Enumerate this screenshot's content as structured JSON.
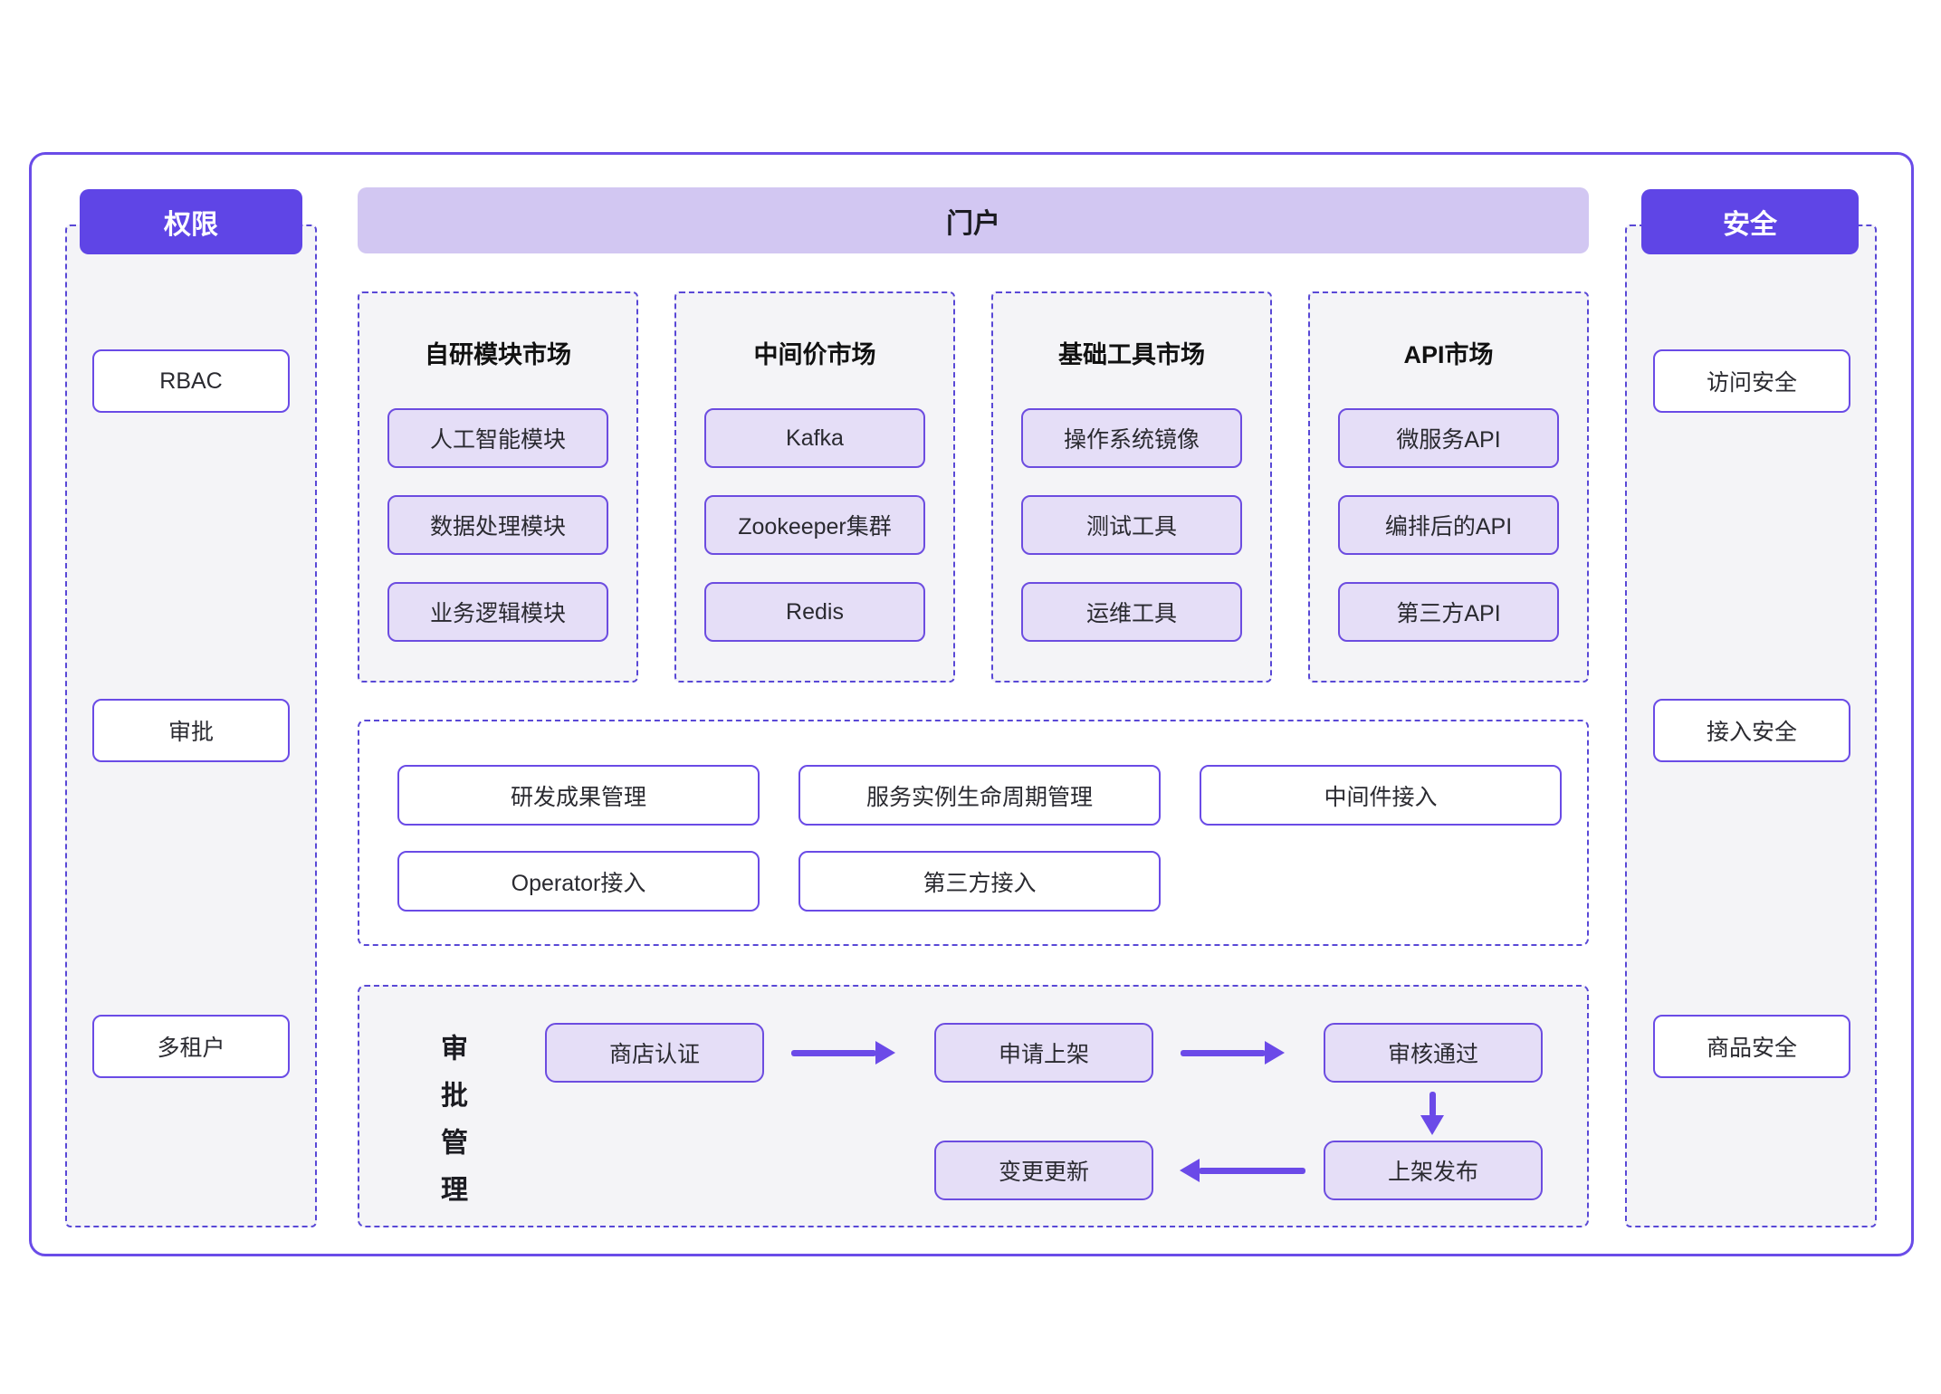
{
  "palette": {
    "accent": "#5f45e6",
    "accent_light": "#d2c7f2",
    "panel_bg": "#f4f4f7",
    "box_fill": "#e5def7",
    "dashed_border": "#5948d6",
    "arrow": "#6b4ae8"
  },
  "left_panel": {
    "header": "权限",
    "items": [
      "RBAC",
      "审批",
      "多租户"
    ]
  },
  "right_panel": {
    "header": "安全",
    "items": [
      "访问安全",
      "接入安全",
      "商品安全"
    ]
  },
  "portal": {
    "header": "门户",
    "markets": [
      {
        "title": "自研模块市场",
        "items": [
          "人工智能模块",
          "数据处理模块",
          "业务逻辑模块"
        ]
      },
      {
        "title": "中间价市场",
        "items": [
          "Kafka",
          "Zookeeper集群",
          "Redis"
        ]
      },
      {
        "title": "基础工具市场",
        "items": [
          "操作系统镜像",
          "测试工具",
          "运维工具"
        ]
      },
      {
        "title": "API市场",
        "items": [
          "微服务API",
          "编排后的API",
          "第三方API"
        ]
      }
    ],
    "management": {
      "row1": [
        "研发成果管理",
        "服务实例生命周期管理",
        "中间件接入"
      ],
      "row2": [
        "Operator接入",
        "第三方接入"
      ]
    },
    "approval": {
      "side_label": "审批管理",
      "steps": [
        "商店认证",
        "申请上架",
        "审核通过",
        "上架发布",
        "变更更新"
      ]
    }
  }
}
